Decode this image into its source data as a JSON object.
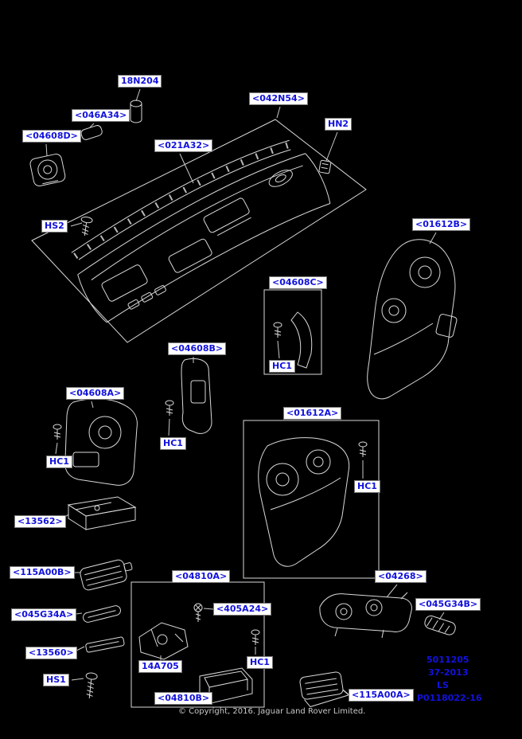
{
  "page": {
    "copyright": "© Copyright, 2016. Jaguar Land Rover Limited."
  },
  "colors": {
    "background": "#000000",
    "label_text": "#1212dd",
    "label_background": "#ffffff",
    "line_art": "#d9d9d9"
  },
  "part_labels": [
    {
      "text": "18N204"
    },
    {
      "text": "<046A34>"
    },
    {
      "text": "<04608D>"
    },
    {
      "text": "<042N54>"
    },
    {
      "text": "HN2"
    },
    {
      "text": "<021A32>"
    },
    {
      "text": "HS2"
    },
    {
      "text": "<01612B>"
    },
    {
      "text": "<04608C>"
    },
    {
      "text": "HC1"
    },
    {
      "text": "<04608B>"
    },
    {
      "text": "HC1"
    },
    {
      "text": "<04608A>"
    },
    {
      "text": "HC1"
    },
    {
      "text": "<01612A>"
    },
    {
      "text": "HC1"
    },
    {
      "text": "<13562>"
    },
    {
      "text": "<115A00B>"
    },
    {
      "text": "<04810A>"
    },
    {
      "text": "<405A24>"
    },
    {
      "text": "<045G34A>"
    },
    {
      "text": "<13560>"
    },
    {
      "text": "14A705"
    },
    {
      "text": "HC1"
    },
    {
      "text": "<04268>"
    },
    {
      "text": "<045G34B>"
    },
    {
      "text": "HS1"
    },
    {
      "text": "<04810B>"
    },
    {
      "text": "<115A00A>"
    }
  ],
  "drawing_info": {
    "lines": [
      "5011205",
      "37-2013",
      "LS",
      "P0118022-16"
    ]
  }
}
